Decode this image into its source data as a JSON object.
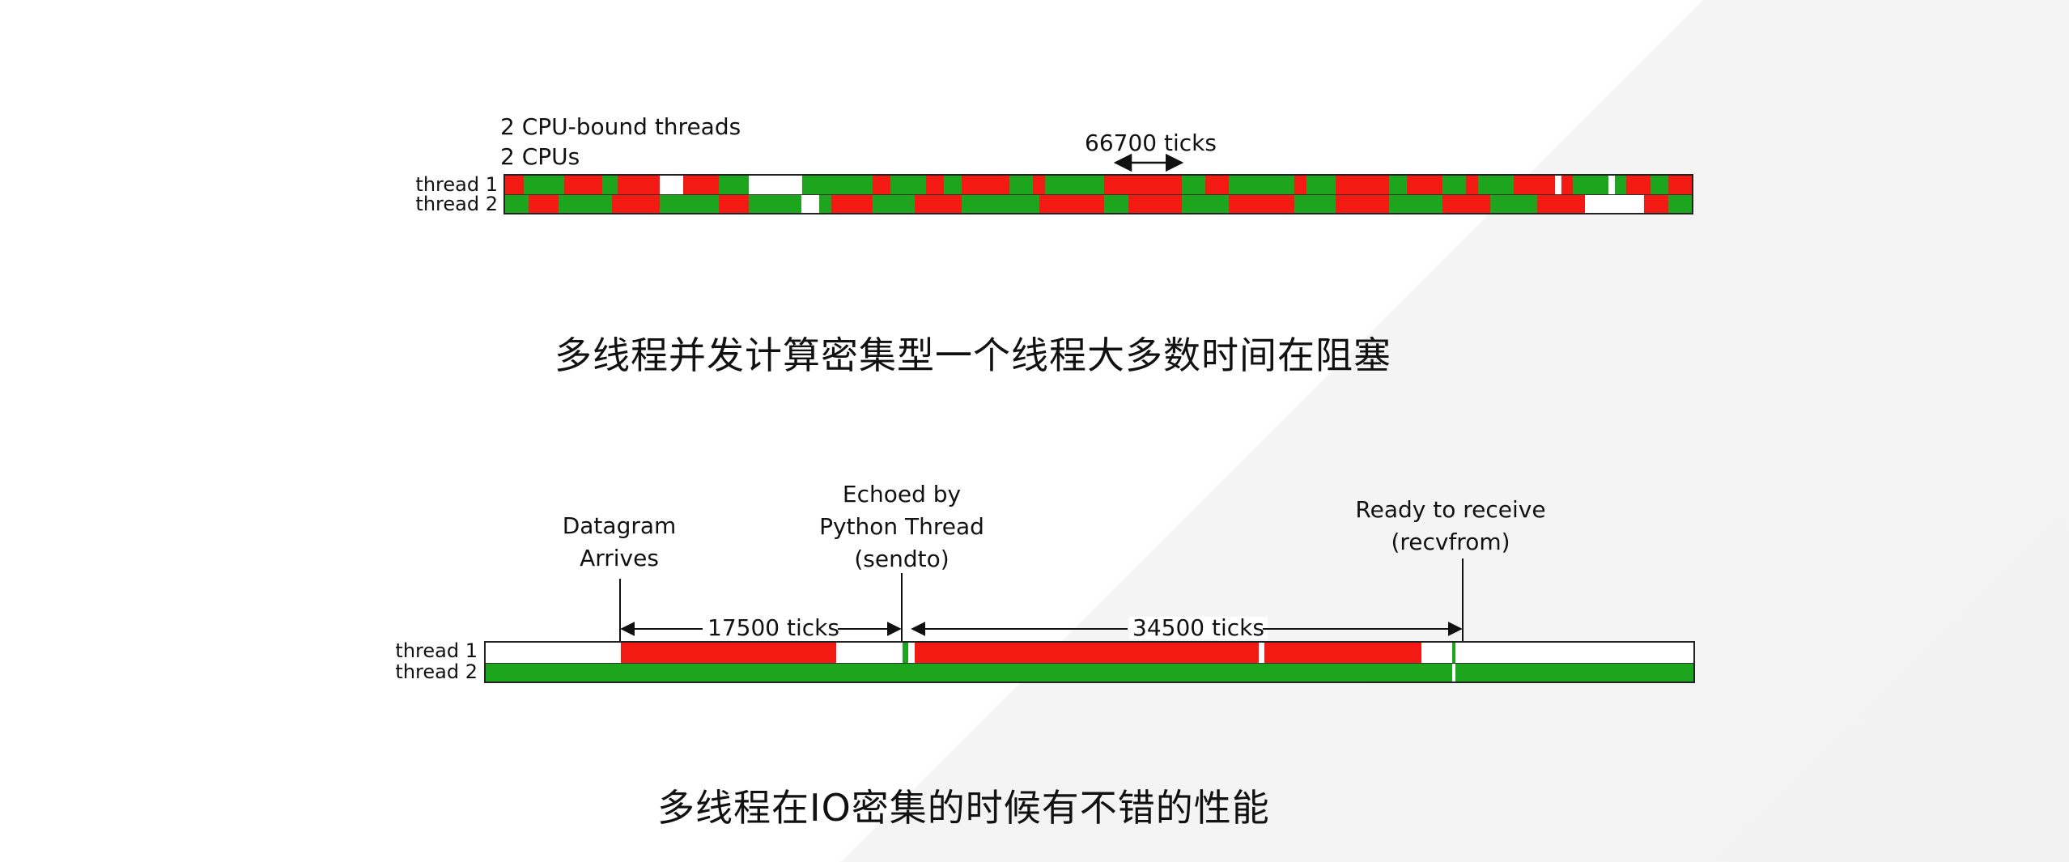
{
  "diagram1": {
    "heading_line1": "2 CPU-bound threads",
    "heading_line2": "2 CPUs",
    "thread1_label": "thread 1",
    "thread2_label": "thread 2",
    "ticks_label": "66700 ticks",
    "caption": "多线程并发计算密集型一个线程大多数时间在阻塞",
    "colors": {
      "running": "#1ea51e",
      "blocked": "#f21a12",
      "idle": "#ffffff",
      "border": "#222222"
    }
  },
  "diagram2": {
    "thread1_label": "thread 1",
    "thread2_label": "thread 2",
    "annotation_datagram": [
      "Datagram",
      "Arrives"
    ],
    "annotation_echoed": [
      "Echoed by",
      "Python Thread",
      "(sendto)"
    ],
    "annotation_ready": [
      "Ready to receive",
      "(recvfrom)"
    ],
    "interval1_label": "17500 ticks",
    "interval2_label": "34500 ticks",
    "caption": "多线程在IO密集的时候有不错的性能",
    "colors": {
      "running": "#1ea51e",
      "blocked": "#f21a12",
      "idle": "#ffffff",
      "border": "#222222"
    }
  }
}
